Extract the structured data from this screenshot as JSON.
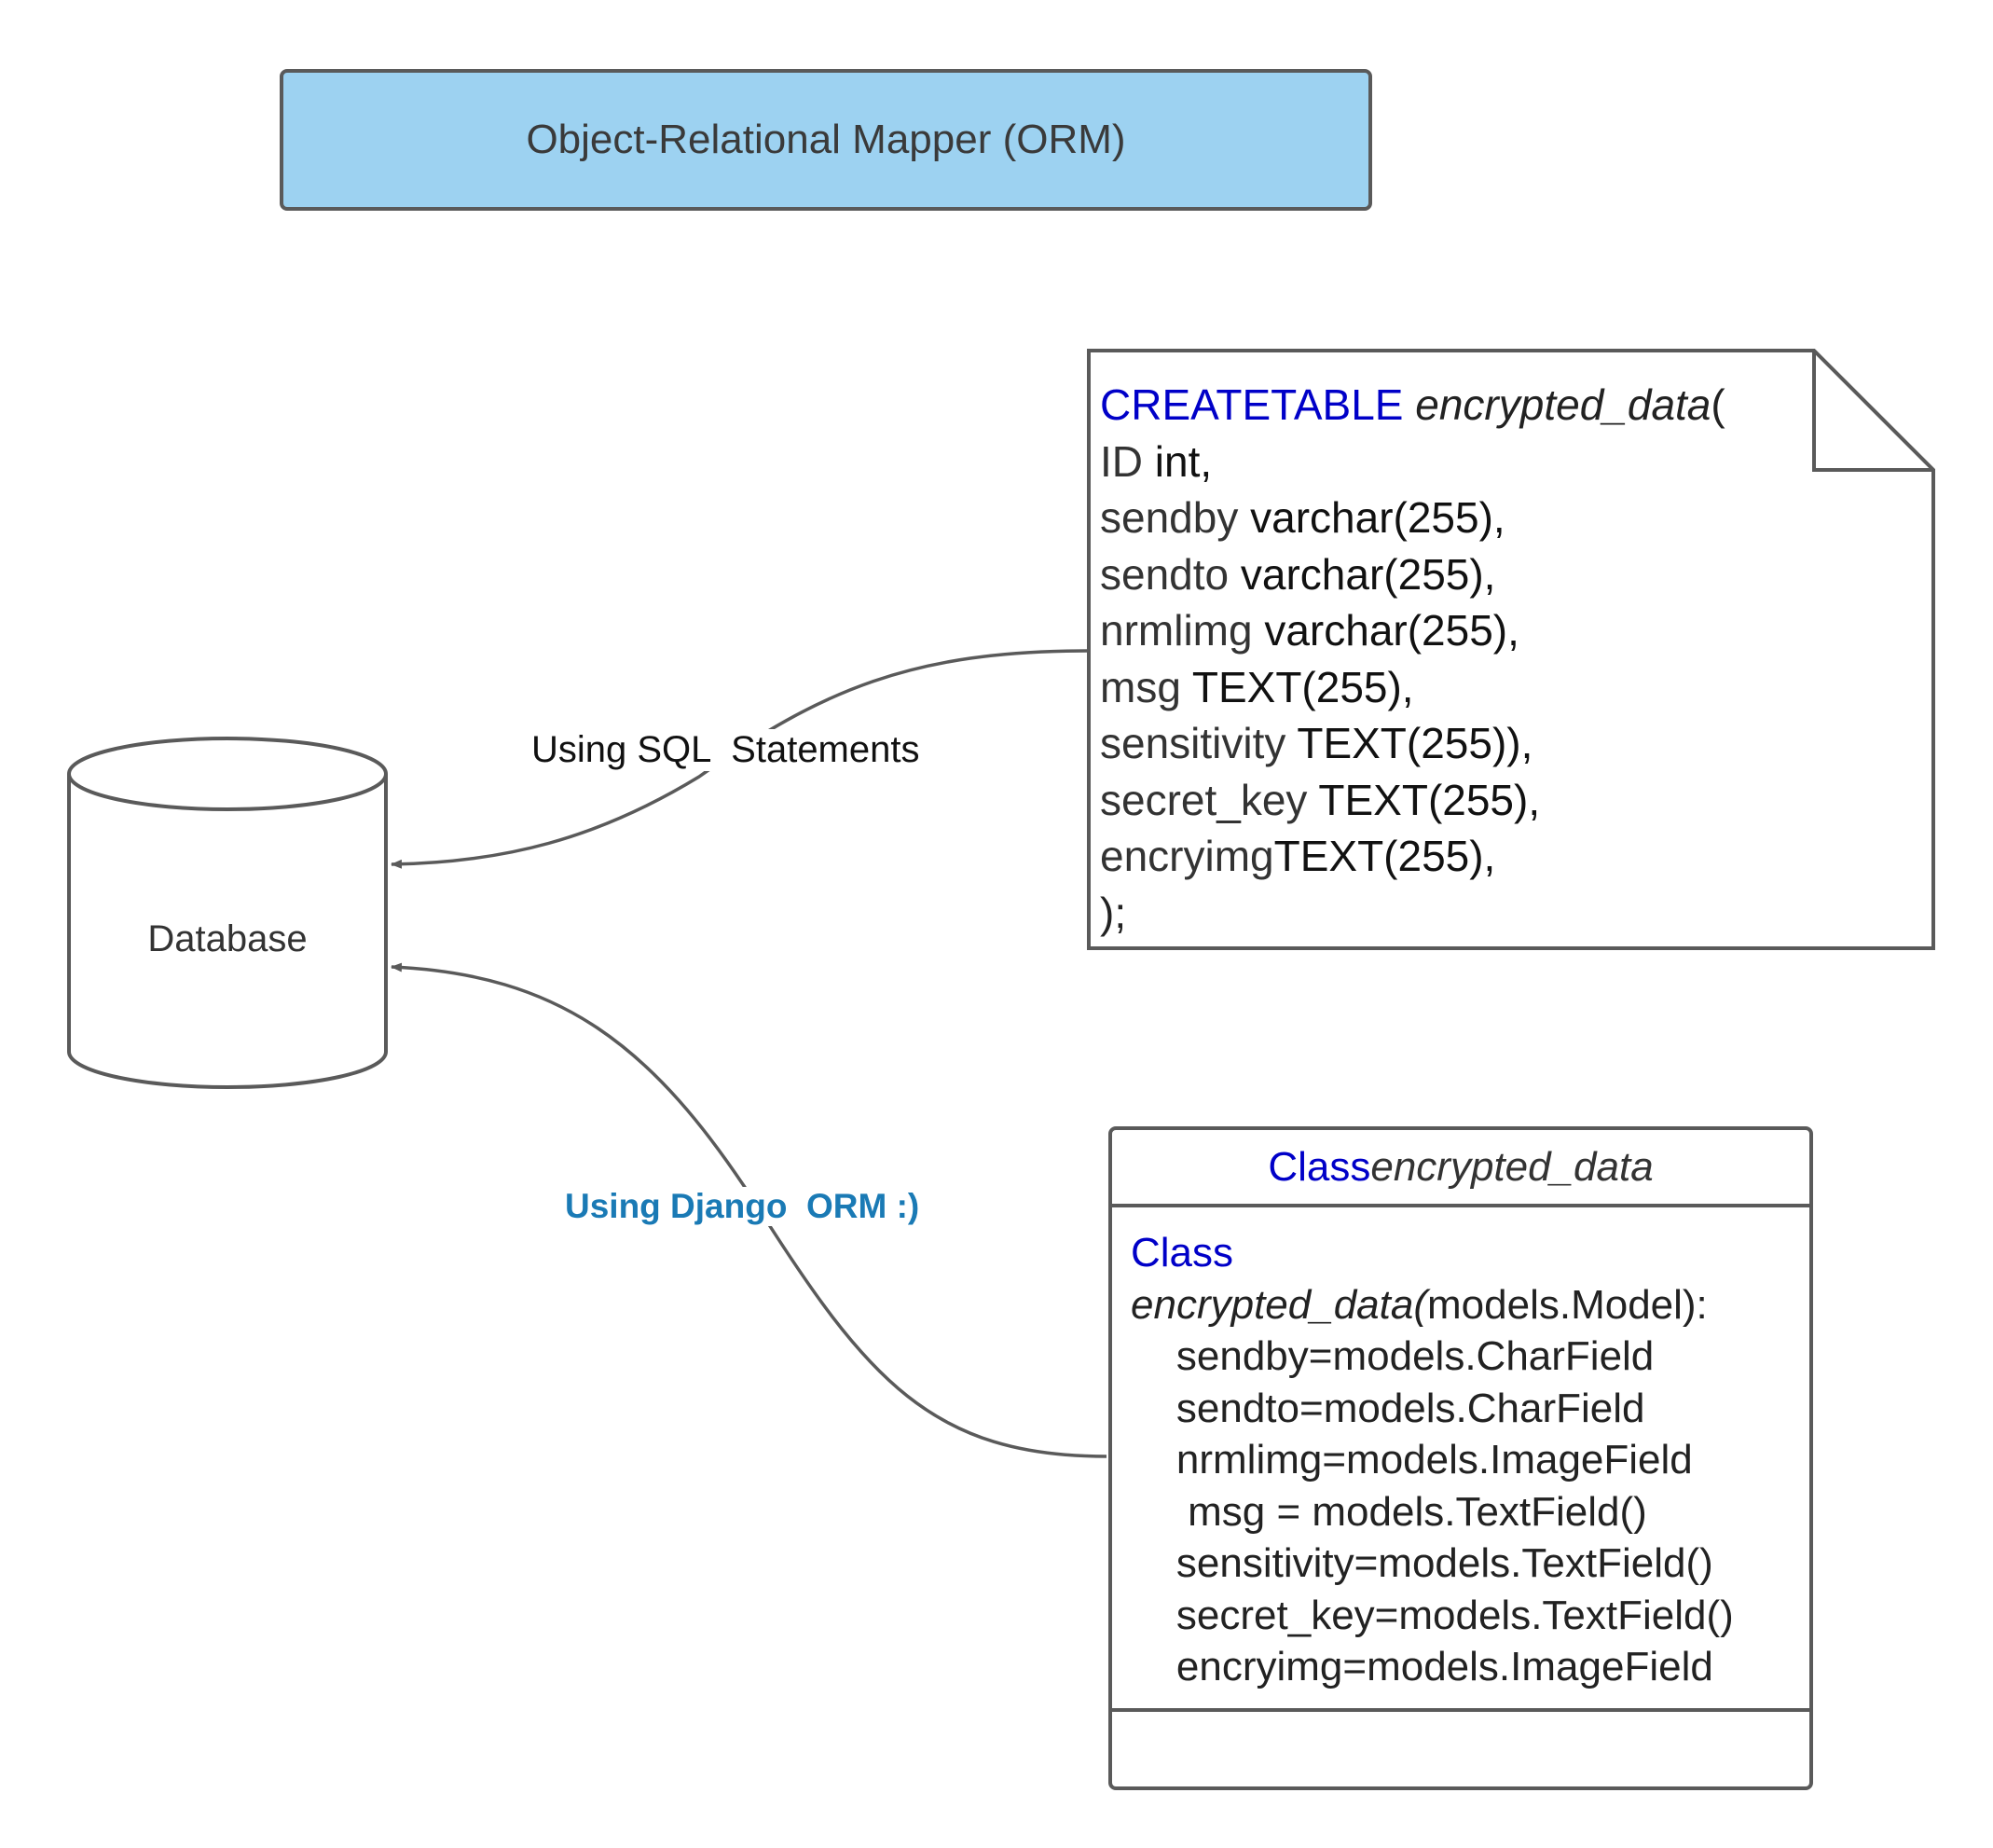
{
  "title": "Object-Relational Mapper (ORM)",
  "database": {
    "label": "Database"
  },
  "edges": {
    "sql": {
      "label": "Using SQL  Statements"
    },
    "django": {
      "label": "Using Django  ORM :)",
      "color": "#1a7ab5"
    }
  },
  "sql_note": {
    "keyword": "CREATETABLE",
    "table_name": "encrypted_data",
    "open_paren": "(",
    "lines": [
      {
        "name": "ID",
        "type": " int,"
      },
      {
        "name": "sendby",
        "type": " varchar(255),"
      },
      {
        "name": "sendto",
        "type": " varchar(255),"
      },
      {
        "name": "nrmlimg",
        "type": " varchar(255),"
      },
      {
        "name": "msg",
        "type": " TEXT(255),"
      },
      {
        "name": "sensitivity",
        "type": " TEXT(255)),"
      },
      {
        "name": "secret_key",
        "type": " TEXT(255),"
      },
      {
        "name": "encryimg",
        "type": "TEXT(255),"
      }
    ],
    "closing": ");"
  },
  "class_box": {
    "header_keyword": "Class",
    "header_name": "encrypted_data",
    "body_keyword": "Class",
    "body_name": "encrypted_data(",
    "body_base": "models.Model):",
    "fields": [
      "    sendby=models.CharField",
      "    sendto=models.CharField",
      "    nrmlimg=models.ImageField",
      "     msg = models.TextField()",
      "    sensitivity=models.TextField()",
      "    secret_key=models.TextField()",
      "    encryimg=models.ImageField"
    ]
  },
  "colors": {
    "title_fill": "#9dd2f1",
    "stroke": "#5a5a5a",
    "keyword": "#0000c8"
  }
}
